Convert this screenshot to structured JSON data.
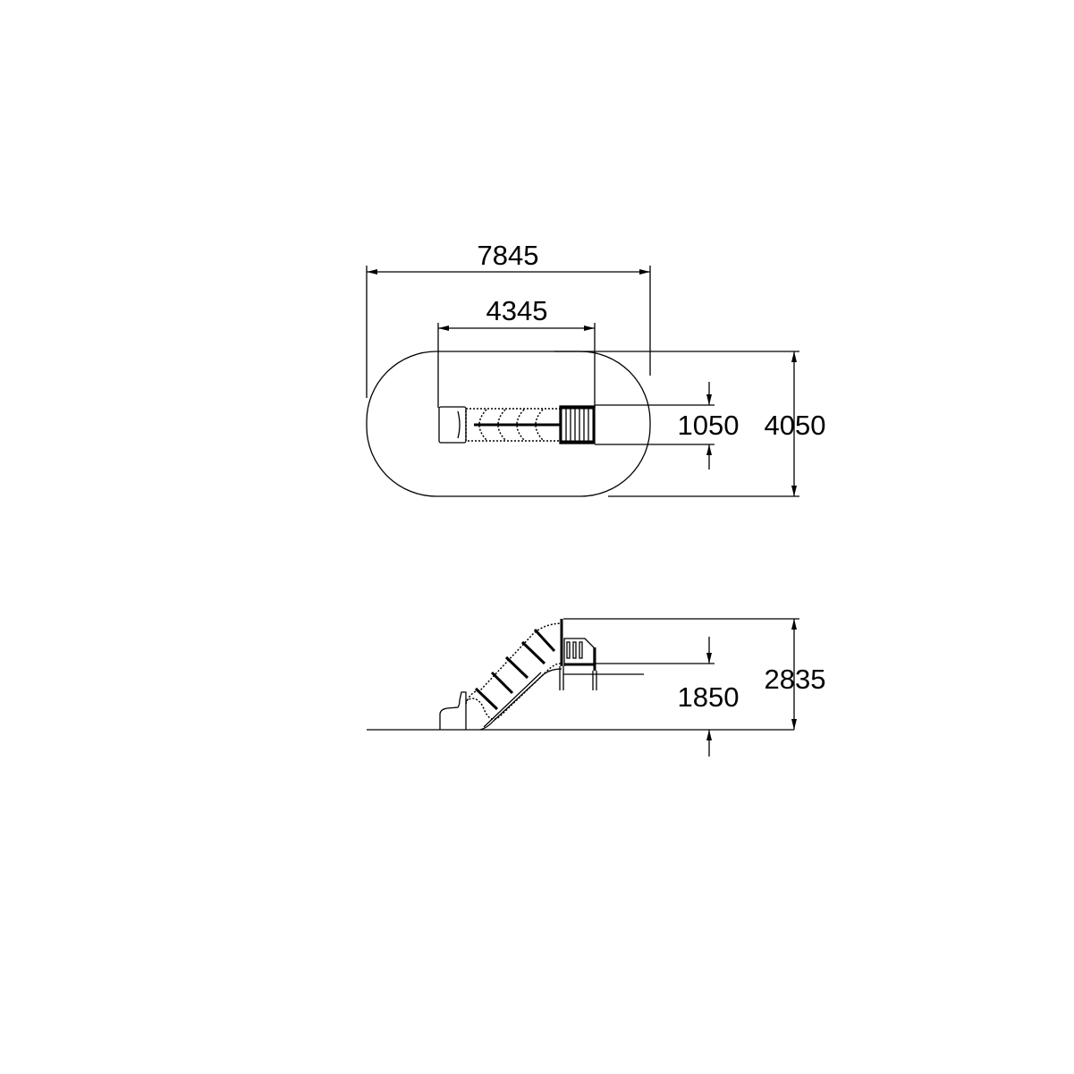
{
  "drawing": {
    "top_view": {
      "overall_length": "7845",
      "equipment_length": "4345",
      "equipment_width": "1050",
      "overall_width": "4050"
    },
    "side_view": {
      "platform_height": "1850",
      "overall_height": "2835"
    },
    "colors": {
      "line": "#000000",
      "background": "#ffffff"
    }
  }
}
